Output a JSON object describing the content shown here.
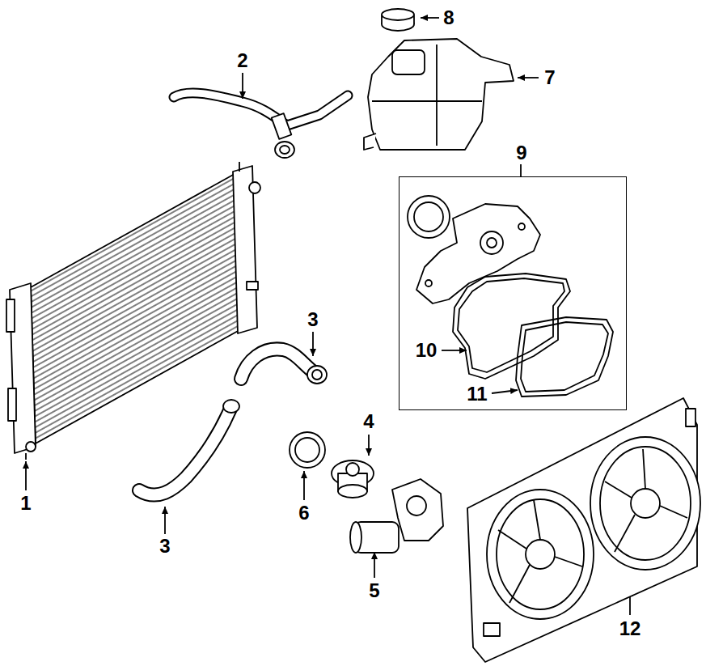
{
  "diagram": {
    "nodes": [
      {
        "text": [
          "9"
        ]
      }
    ],
    "labels": [
      "8",
      "7",
      "2",
      "3",
      "10",
      "11",
      "1",
      "4",
      "6",
      "3",
      "5",
      "12"
    ]
  }
}
